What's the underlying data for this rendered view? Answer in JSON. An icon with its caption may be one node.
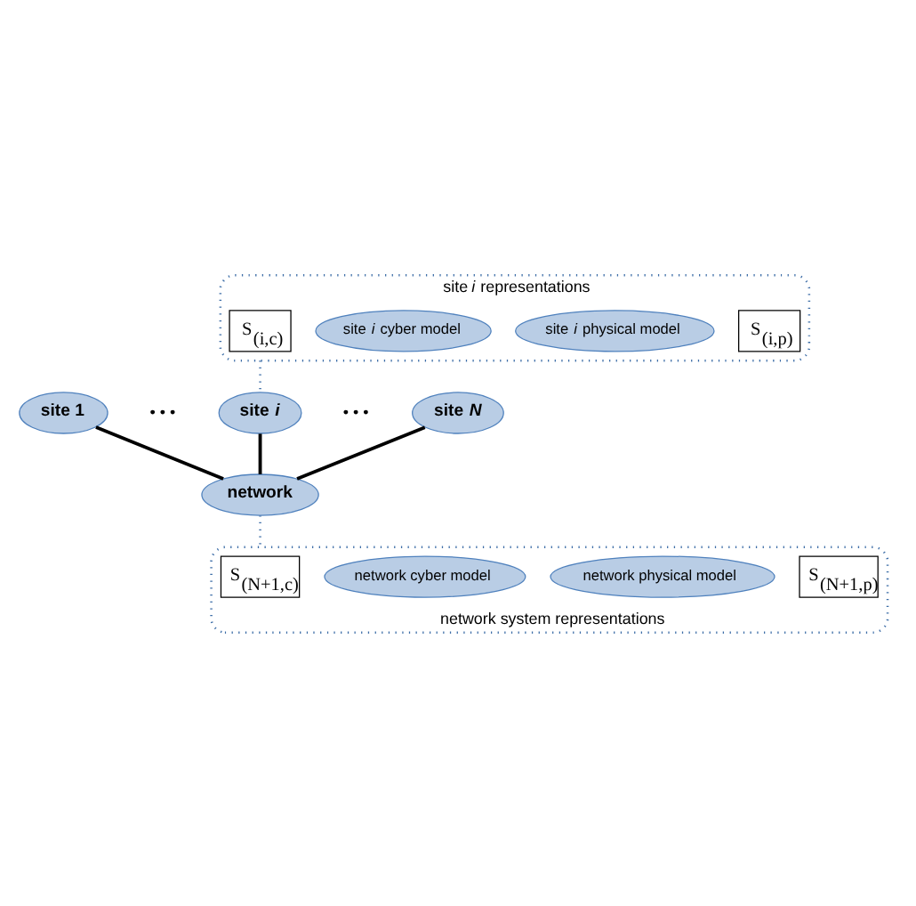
{
  "diagram": {
    "nodes": [
      {
        "text": [
          "site *i* representations"
        ]
      },
      {
        "text": [
          "S$_{(i,c)}$"
        ],
        "in": 0
      },
      {
        "text": [
          "site *i* cyber model"
        ],
        "in": 0
      },
      {
        "text": [
          "site *i* physical model"
        ],
        "in": 0
      },
      {
        "text": [
          "S$_{(i,p)}$"
        ],
        "in": 0
      },
      {
        "text": [
          "site 1"
        ]
      },
      {
        "text": [
          "site *i*"
        ]
      },
      {
        "text": [
          "site *N*"
        ]
      },
      {
        "text": [
          "network"
        ]
      },
      {
        "text": [
          "network system representations"
        ]
      },
      {
        "text": [
          "S$_{(N+1,c)}$"
        ],
        "in": 9
      },
      {
        "text": [
          "network cyber model"
        ],
        "in": 9
      },
      {
        "text": [
          "network physical model"
        ],
        "in": 9
      },
      {
        "text": [
          "S$_{(N+1,p)}$"
        ],
        "in": 9
      }
    ],
    "edges": [
      {
        "from": 5,
        "to": 8,
        "arrow": "none"
      },
      {
        "from": 6,
        "to": 8,
        "arrow": "none"
      },
      {
        "from": 7,
        "to": 8,
        "arrow": "none"
      },
      {
        "from": 6,
        "to": 0,
        "arrow": "none",
        "style": "dashed",
        "color": "#3f6fa8"
      },
      {
        "from": 8,
        "to": 9,
        "arrow": "none",
        "style": "dashed",
        "color": "#3f6fa8"
      }
    ],
    "labels": [
      "• • •",
      "• • •"
    ]
  }
}
